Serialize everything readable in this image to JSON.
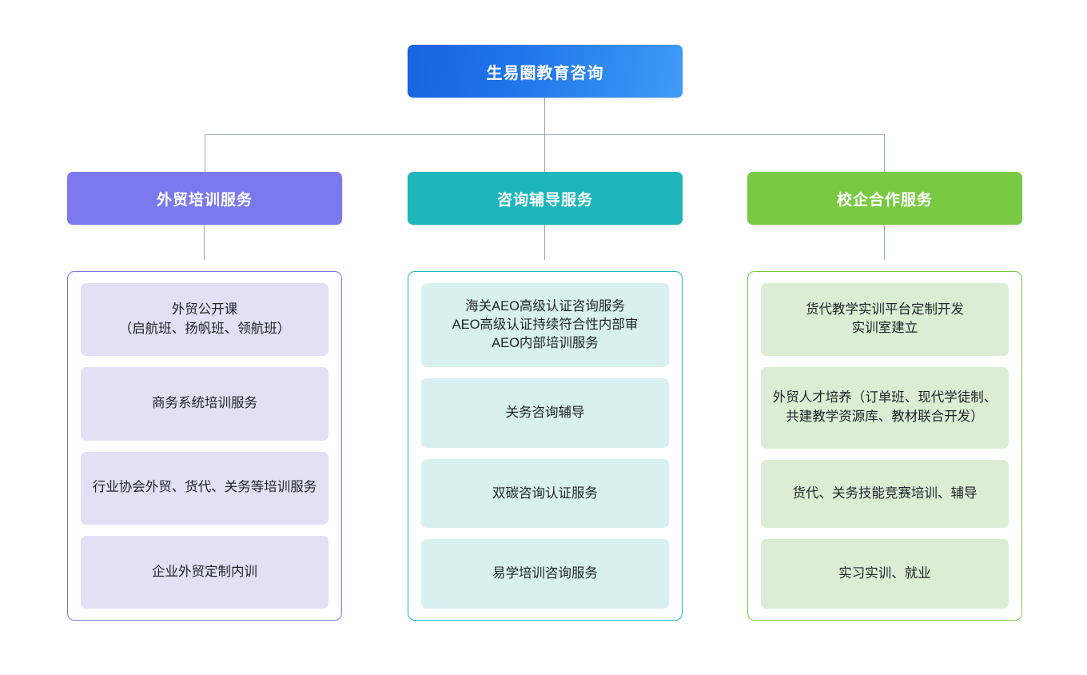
{
  "diagram": {
    "type": "organizational-tree",
    "orientation": "top-down",
    "root": {
      "label": "生易圈教育咨询",
      "color_start": "#1565e0",
      "color_end": "#3f9bf5"
    },
    "connector_color": "#9aa7b4",
    "branches": [
      {
        "id": "foreign-trade-training",
        "header": "外贸培训服务",
        "accent": "#7a79ee",
        "border": "#7b78e8",
        "card_bg": "#e3dff5",
        "items": [
          {
            "text": "外贸公开课\n（启航班、扬帆班、领航班）",
            "lines": 2,
            "flex": 1.02
          },
          {
            "text": "商务系统培训服务",
            "lines": 1,
            "flex": 1.02
          },
          {
            "text": "行业协会外贸、货代、关务等培训服务",
            "lines": 2,
            "flex": 1.02
          },
          {
            "text": "企业外贸定制内训",
            "lines": 1,
            "flex": 1.02
          }
        ]
      },
      {
        "id": "consulting-tutoring",
        "header": "咨询辅导服务",
        "accent": "#1eb6bc",
        "border": "#1db8bd",
        "card_bg": "#d8f0f0",
        "items": [
          {
            "text": "海关AEO高级认证咨询服务\nAEO高级认证持续符合性内部审\nAEO内部培训服务",
            "lines": 3,
            "flex": 1.22
          },
          {
            "text": "关务咨询辅导",
            "lines": 1,
            "flex": 0.95
          },
          {
            "text": "双碳咨询认证服务",
            "lines": 1,
            "flex": 0.95
          },
          {
            "text": "易学培训咨询服务",
            "lines": 1,
            "flex": 0.95
          }
        ]
      },
      {
        "id": "school-enterprise-cooperation",
        "header": "校企合作服务",
        "accent": "#7ac943",
        "border": "#7ac943",
        "card_bg": "#dbeed4",
        "items": [
          {
            "text": "货代教学实训平台定制开发\n实训室建立",
            "lines": 2,
            "flex": 1.0
          },
          {
            "text": "外贸人才培养（订单班、现代学徒制、共建教学资源库、教材联合开发）",
            "lines": 3,
            "flex": 1.16
          },
          {
            "text": "货代、关务技能竞赛培训、辅导",
            "lines": 1,
            "flex": 0.92
          },
          {
            "text": "实习实训、就业",
            "lines": 1,
            "flex": 0.95
          }
        ]
      }
    ]
  }
}
